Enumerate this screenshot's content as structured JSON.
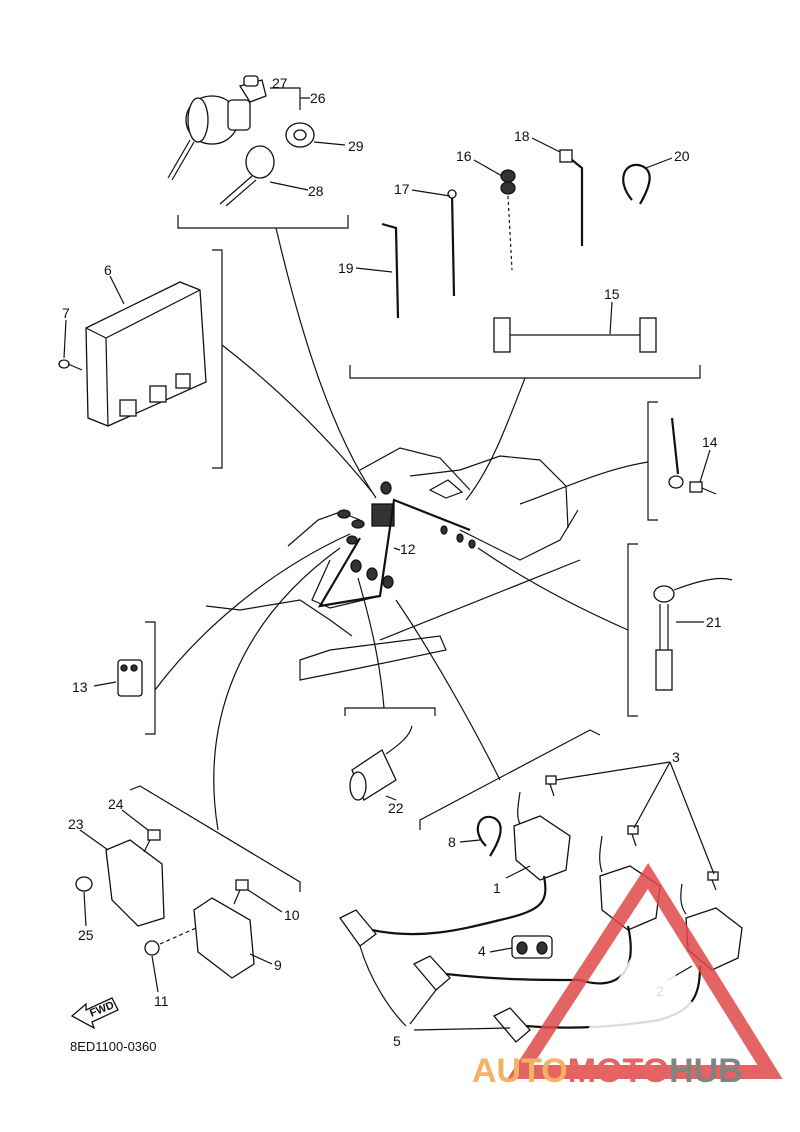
{
  "diagram": {
    "code": "8ED1100-0360",
    "fwd_label": "FWD",
    "callouts": [
      "1",
      "2",
      "3",
      "4",
      "5",
      "6",
      "7",
      "8",
      "9",
      "10",
      "11",
      "12",
      "13",
      "14",
      "15",
      "16",
      "17",
      "18",
      "19",
      "20",
      "21",
      "22",
      "23",
      "24",
      "25",
      "26",
      "27",
      "28",
      "29"
    ]
  },
  "watermark": {
    "part1": "AUTO",
    "part2": "MOTO",
    "part3": "HUB",
    "color_orange": "#f2a64a",
    "color_red": "#e04848",
    "color_gray": "#6e6e6e"
  }
}
